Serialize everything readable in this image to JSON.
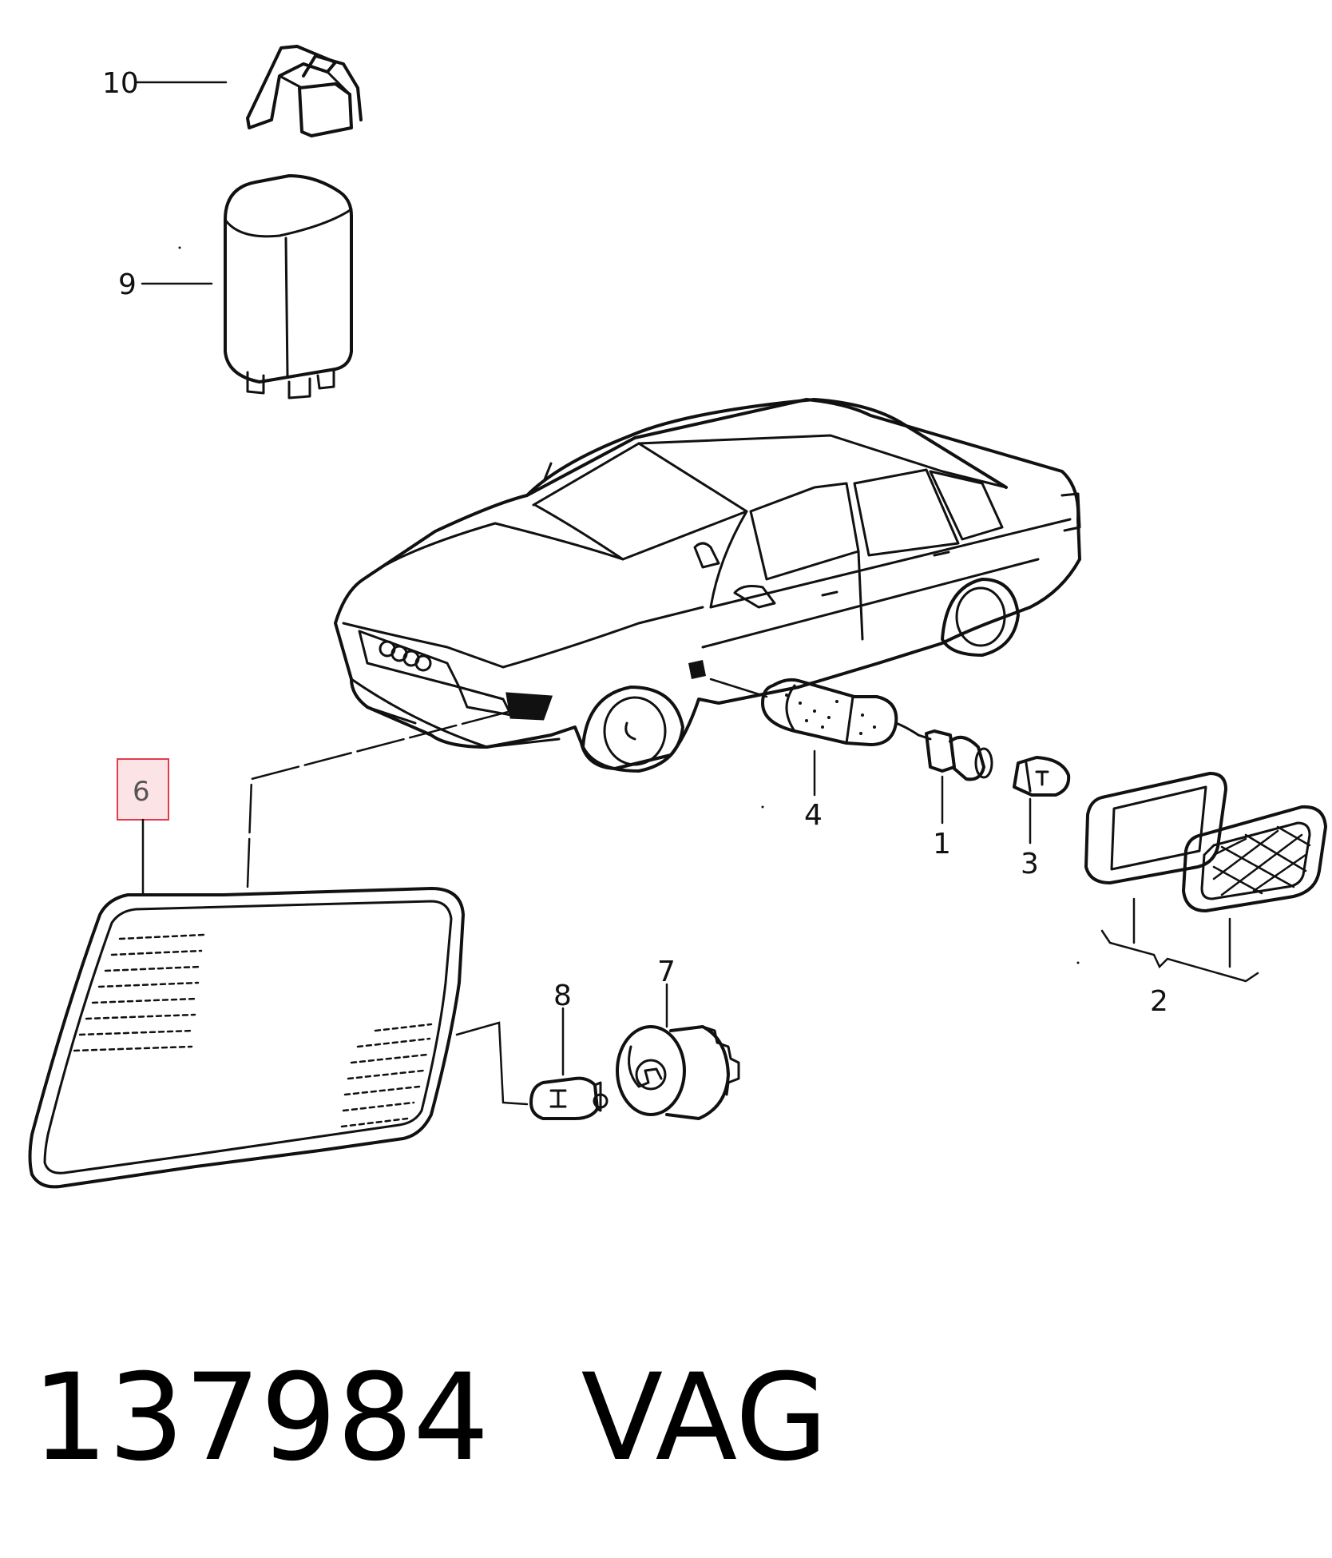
{
  "callouts": {
    "c1": "1",
    "c2": "2",
    "c3": "3",
    "c4": "4",
    "c5": "6",
    "c7": "7",
    "c8": "8",
    "c9": "9",
    "c10": "10"
  },
  "highlight_color": "#e03c4a",
  "footer": {
    "part_number": "137984",
    "brand": "VAG"
  }
}
